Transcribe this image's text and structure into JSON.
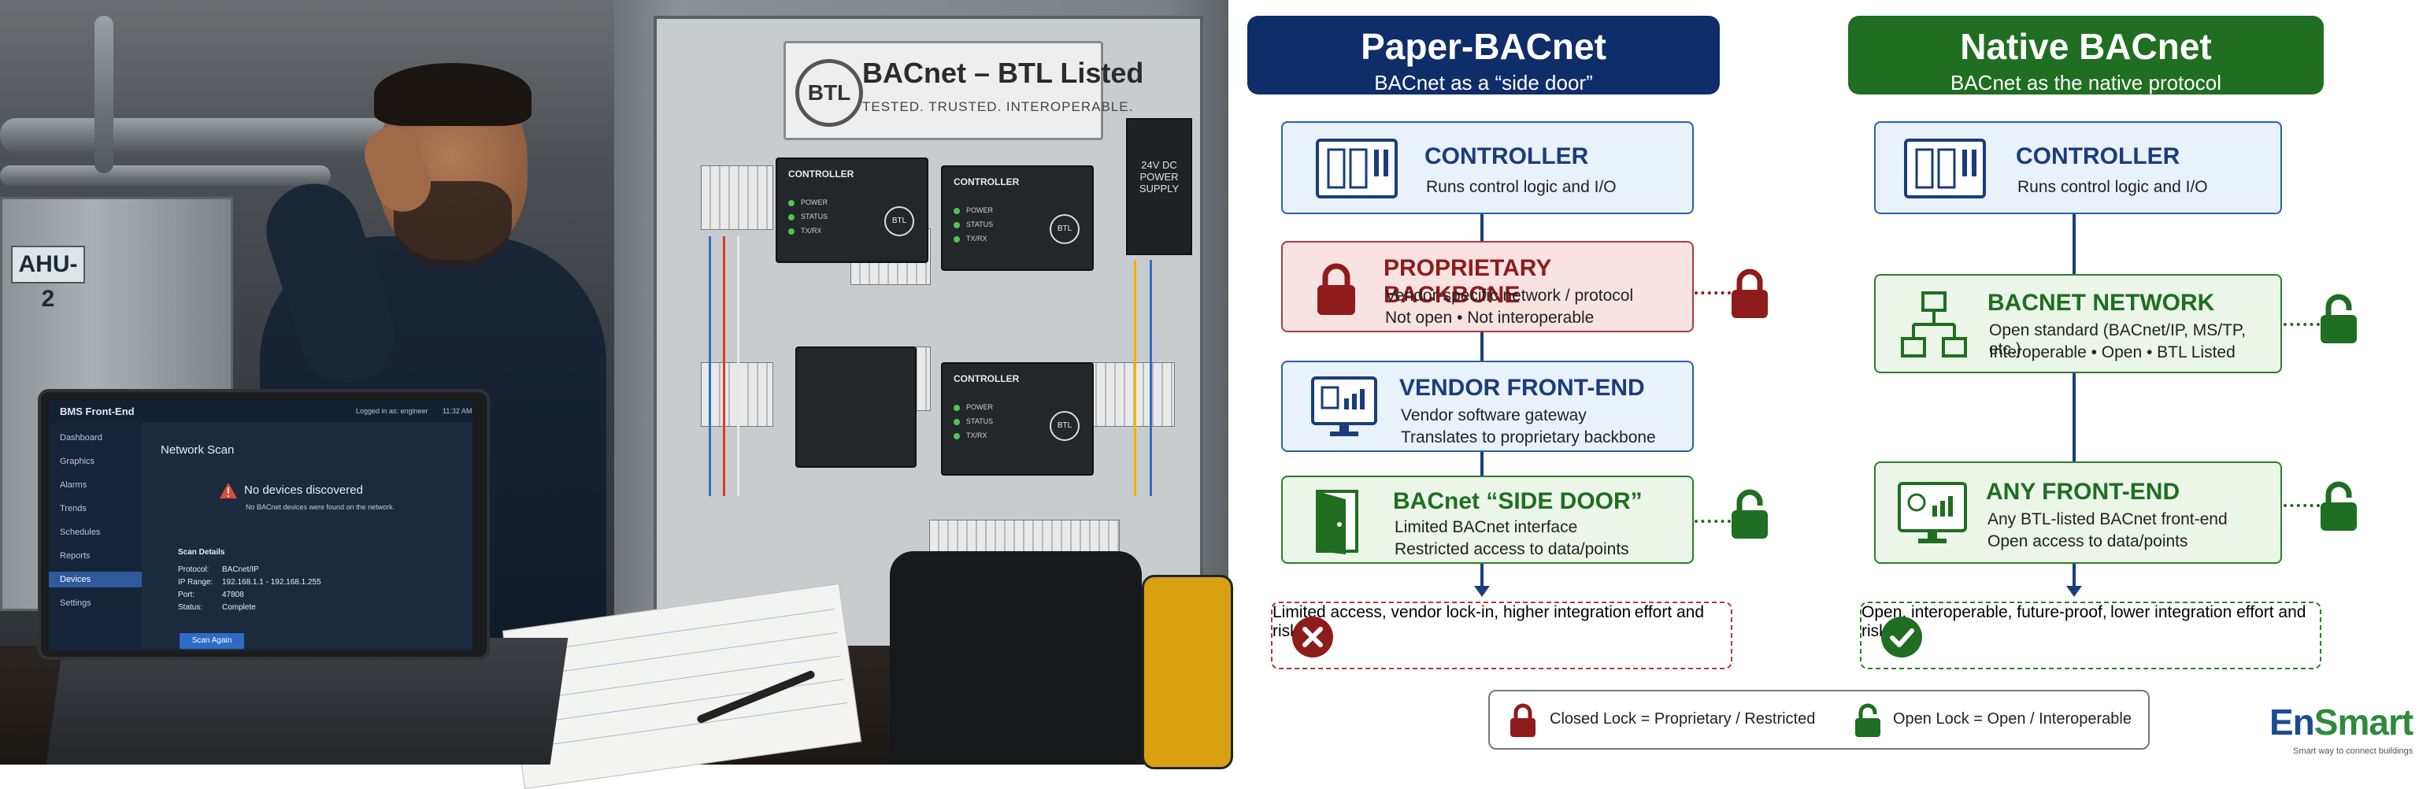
{
  "photo": {
    "ahu_label": "AHU-2",
    "sign": {
      "logo": "BTL",
      "title": "BACnet – BTL Listed",
      "subtitle": "TESTED. TRUSTED. INTEROPERABLE."
    },
    "psu_label": "24V DC POWER SUPPLY",
    "controllers": [
      {
        "title": "CONTROLLER",
        "leds": [
          "POWER",
          "STATUS",
          "TX/RX"
        ],
        "logo": "BTL"
      },
      {
        "title": "CONTROLLER",
        "leds": [
          "POWER",
          "STATUS",
          "TX/RX"
        ],
        "logo": "BTL"
      },
      {
        "title": "CONTROLLER",
        "leds": [
          "POWER",
          "STATUS",
          "TX/RX"
        ],
        "logo": "BTL"
      }
    ],
    "laptop": {
      "app_title": "BMS Front-End",
      "user_status": "Logged in as: engineer",
      "clock": "11:32 AM",
      "nav": [
        "Dashboard",
        "Graphics",
        "Alarms",
        "Trends",
        "Schedules",
        "Reports",
        "Devices",
        "Settings"
      ],
      "active_nav": "Devices",
      "page_title": "Network Scan",
      "alert_title": "No devices discovered",
      "alert_body": "No BACnet devices were found on the network.",
      "details_title": "Scan Details",
      "details": [
        {
          "k": "Protocol:",
          "v": "BACnet/IP"
        },
        {
          "k": "IP Range:",
          "v": "192.168.1.1 - 192.168.1.255"
        },
        {
          "k": "Port:",
          "v": "47808"
        },
        {
          "k": "Status:",
          "v": "Complete"
        }
      ],
      "scan_button": "Scan Again"
    }
  },
  "left": {
    "header": {
      "title": "Paper-BACnet",
      "subtitle": "BACnet as a “side door”",
      "color": "#0f2e69"
    },
    "controller": {
      "title": "CONTROLLER",
      "desc": "Runs control logic and I/O"
    },
    "backbone": {
      "title": "PROPRIETARY BACKBONE",
      "lines": [
        "Vendor-specific network / protocol",
        "Not open • Not interoperable"
      ]
    },
    "frontend": {
      "title": "VENDOR FRONT-END",
      "lines": [
        "Vendor software gateway",
        "Translates to proprietary backbone"
      ]
    },
    "sidedoor": {
      "title": "BACnet “SIDE DOOR”",
      "lines": [
        "Limited BACnet interface",
        "Restricted access to data/points"
      ]
    },
    "outcome": [
      "Limited access, vendor lock-in, higher integration",
      "effort and risk."
    ]
  },
  "right": {
    "header": {
      "title": "Native BACnet",
      "subtitle": "BACnet as the native protocol",
      "color": "#1f6e21"
    },
    "controller": {
      "title": "CONTROLLER",
      "desc": "Runs control logic and I/O"
    },
    "network": {
      "title": "BACNET NETWORK",
      "lines": [
        "Open standard (BACnet/IP, MS/TP, etc.)",
        "Interoperable • Open • BTL Listed"
      ]
    },
    "frontend": {
      "title": "ANY FRONT-END",
      "lines": [
        "Any BTL-listed BACnet front-end",
        "Open access to data/points"
      ]
    },
    "outcome": [
      "Open, interoperable, future-proof,",
      "lower integration effort and risk."
    ]
  },
  "legend": {
    "closed": "Closed Lock = Proprietary / Restricted",
    "open": "Open Lock = Open / Interoperable"
  },
  "brand": {
    "name_a": "En",
    "name_b": "Smart",
    "tagline": "Smart way to connect buildings"
  },
  "colors": {
    "navy": "#0f2e69",
    "green": "#1f6e21",
    "red": "#8e1c1c",
    "blue_accent": "#1a4b95"
  }
}
